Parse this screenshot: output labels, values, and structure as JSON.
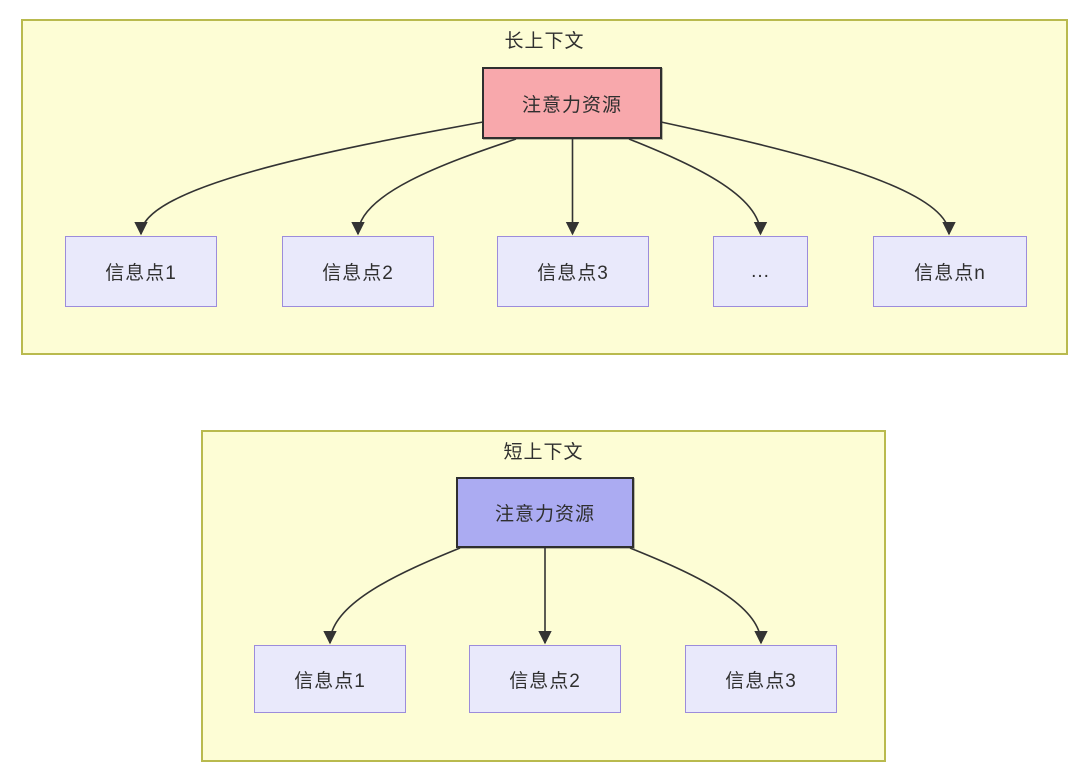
{
  "diagram": {
    "panels": [
      {
        "title": "长上下文",
        "attention_label": "注意力资源",
        "attention_fill": "#F8A8AC",
        "nodes": [
          "信息点1",
          "信息点2",
          "信息点3",
          "...",
          "信息点n"
        ]
      },
      {
        "title": "短上下文",
        "attention_label": "注意力资源",
        "attention_fill": "#ABABF2",
        "nodes": [
          "信息点1",
          "信息点2",
          "信息点3"
        ]
      }
    ],
    "colors": {
      "panel_fill": "#FDFDD5",
      "panel_border": "#B9BA4E",
      "info_node_fill": "#E9E9FB",
      "info_node_border": "#9C8CDB",
      "attention_border": "#2F2F2F",
      "arrow": "#333333",
      "text": "#2F2F2F",
      "page_background": "#FFFFFF"
    }
  }
}
